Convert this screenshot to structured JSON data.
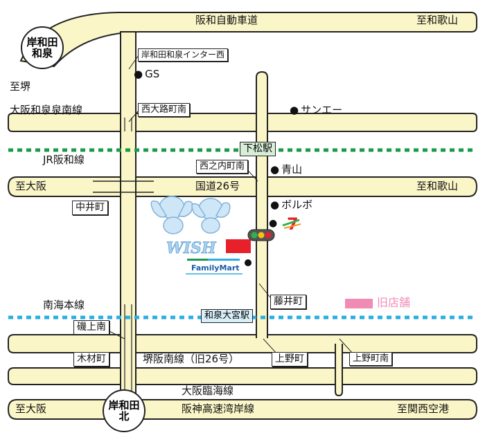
{
  "roads": {
    "top": "阪和自動車道",
    "top_right": "至和歌山",
    "left_top": "至堺",
    "osaka_izumi": "大阪和泉泉南線",
    "jr": "JR阪和線",
    "route26": "国道26号",
    "route26_left": "至大阪",
    "route26_right": "至和歌山",
    "nankai": "南海本線",
    "sakai_hannan": "堺阪南線（旧26号）",
    "osaka_rinkai": "大阪臨海線",
    "hanshin": "阪神高速湾岸線",
    "hanshin_left": "至大阪",
    "hanshin_right": "至関西空港"
  },
  "interchanges": {
    "top": "岸和田\n和泉",
    "bottom": "岸和田\n北"
  },
  "intersections": {
    "interchange_west": "岸和田和泉インター西",
    "nishi_ojicho_minami": "西大路町南",
    "nishinouchi_minami": "西之内町南",
    "nakaicho": "中井町",
    "fujiicho": "藤井町",
    "isokami_minami": "磯上南",
    "kizaicho": "木材町",
    "uenocho_left": "上野町",
    "uenocho_minami": "上野町南"
  },
  "stations": {
    "shimomatsu": "下松駅",
    "izumi_omiya": "和泉大宮駅"
  },
  "landmarks": {
    "gs": "GS",
    "sanei": "サンエー",
    "aoyama": "青山",
    "volvo": "ボルボ",
    "old_store": "旧店舗",
    "wish": "WISH",
    "familymart": "FamilyMart",
    "seven_eleven": "7"
  },
  "colors": {
    "jr_line": "#1a9a4a",
    "nankai_line": "#29aee0",
    "wish_marker": "#e8202a",
    "old_store_marker": "#f08cb4",
    "road_fill": "#fbf6c8"
  }
}
